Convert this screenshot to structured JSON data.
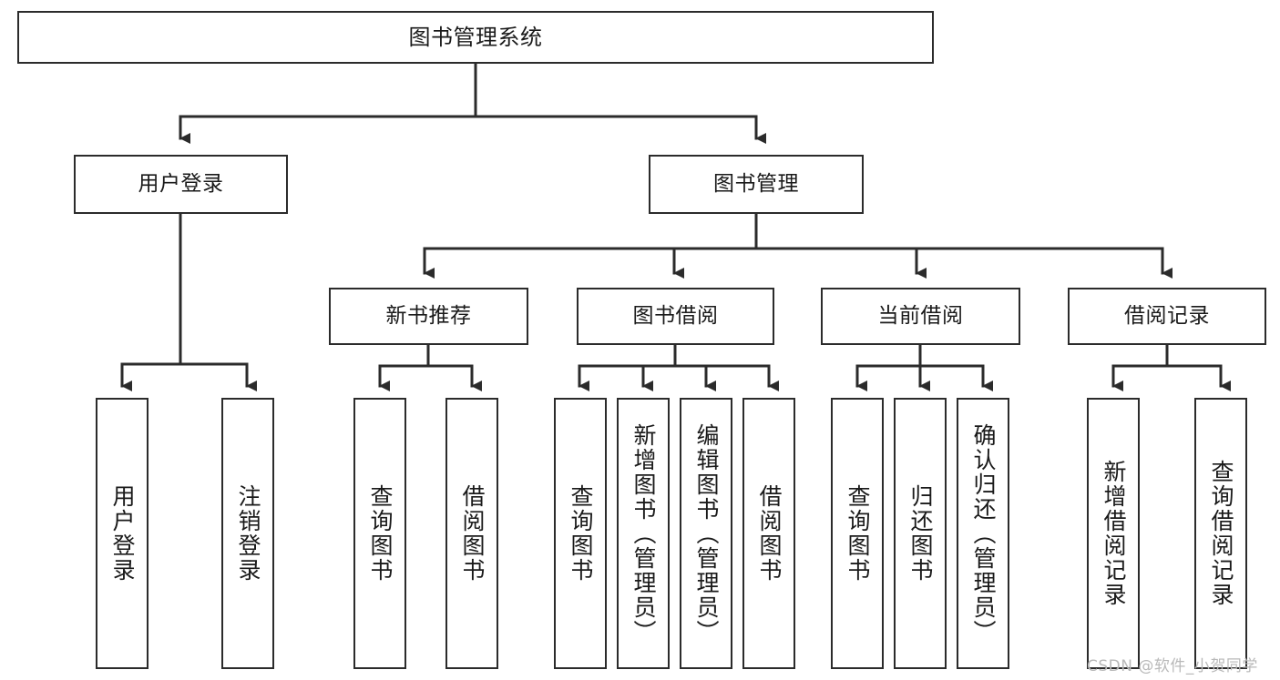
{
  "diagram": {
    "title": "图书管理系统",
    "type": "functional-decomposition-tree",
    "style": {
      "box_border": "#2b2b2b",
      "box_fill": "#ffffff",
      "line": "#2b2b2b",
      "text": "#1a1a1a",
      "background": "#ffffff",
      "watermark_color": "#b9b9b9"
    },
    "root": {
      "label": "图书管理系统"
    },
    "level2": [
      {
        "label": "用户登录"
      },
      {
        "label": "图书管理"
      }
    ],
    "level3": [
      {
        "label": "新书推荐"
      },
      {
        "label": "图书借阅"
      },
      {
        "label": "当前借阅"
      },
      {
        "label": "借阅记录"
      }
    ],
    "leaves": {
      "user_login": [
        {
          "label": "用户登录"
        },
        {
          "label": "注销登录"
        }
      ],
      "new_book_recommend": [
        {
          "label": "查询图书"
        },
        {
          "label": "借阅图书"
        }
      ],
      "book_borrow": [
        {
          "label": "查询图书"
        },
        {
          "label": "新增图书（管理员）"
        },
        {
          "label": "编辑图书（管理员）"
        },
        {
          "label": "借阅图书"
        }
      ],
      "current_borrow": [
        {
          "label": "查询图书"
        },
        {
          "label": "归还图书"
        },
        {
          "label": "确认归还（管理员）"
        }
      ],
      "borrow_record": [
        {
          "label": "新增借阅记录"
        },
        {
          "label": "查询借阅记录"
        }
      ]
    },
    "watermark": "CSDN @软件_小贺同学"
  }
}
